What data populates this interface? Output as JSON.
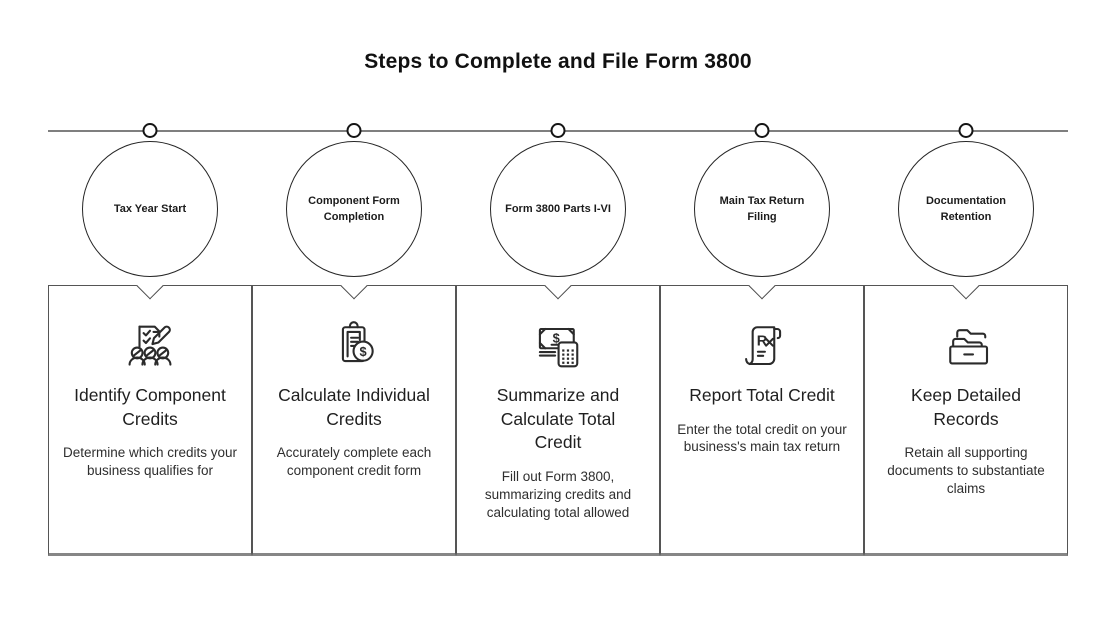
{
  "title": "Steps to Complete and File Form 3800",
  "colors": {
    "timeline_line": "#7f7f7f",
    "card_border": "#555555",
    "card_bottom_border": "#868686",
    "text": "#1f1f1f",
    "background": "#ffffff"
  },
  "steps": [
    {
      "node_label": "Tax Year Start",
      "icon": "checklist-people-icon",
      "card_title": "Identify Component Credits",
      "card_description": "Determine which credits your business qualifies for"
    },
    {
      "node_label": "Component Form Completion",
      "icon": "clipboard-dollar-icon",
      "card_title": "Calculate Individual Credits",
      "card_description": "Accurately complete each component credit form"
    },
    {
      "node_label": "Form 3800 Parts I-VI",
      "icon": "cash-calculator-icon",
      "card_title": "Summarize and Calculate Total Credit",
      "card_description": "Fill out Form 3800, summarizing credits and calculating total allowed"
    },
    {
      "node_label": "Main Tax Return Filing",
      "icon": "rx-scroll-icon",
      "card_title": "Report Total Credit",
      "card_description": "Enter the total credit on your business's main tax return"
    },
    {
      "node_label": "Documentation Retention",
      "icon": "archive-folders-icon",
      "card_title": "Keep Detailed Records",
      "card_description": "Retain all supporting documents to substantiate claims"
    }
  ]
}
